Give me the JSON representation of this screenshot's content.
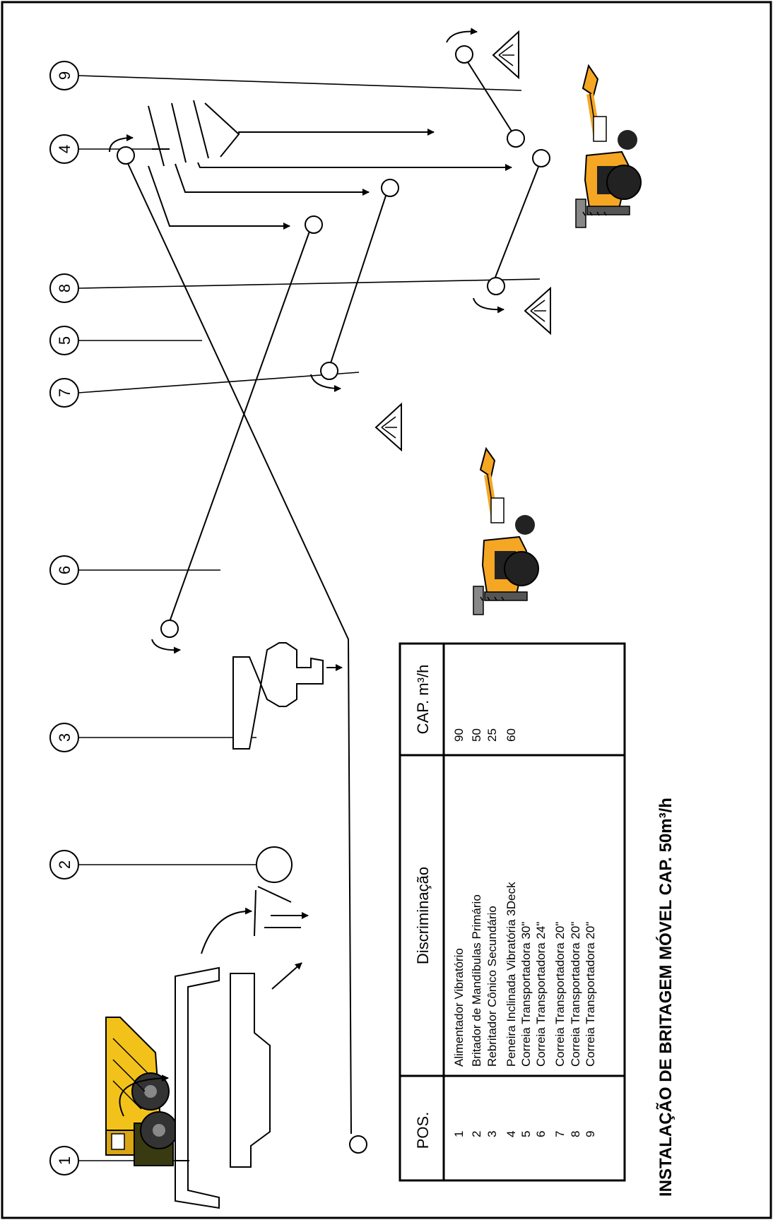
{
  "title": "INSTALAÇÃO DE BRITAGEM MÓVEL CAP. 50m³/h",
  "callouts": [
    "1",
    "2",
    "3",
    "4",
    "5",
    "6",
    "7",
    "8",
    "9"
  ],
  "table": {
    "headers": {
      "pos": "POS.",
      "desc": "Discriminação",
      "cap": "CAP. m³/h"
    },
    "rows": [
      {
        "pos": "1",
        "desc": "Alimentador Vibratório",
        "cap": "90"
      },
      {
        "pos": "2",
        "desc": "Britador de Mandíbulas Primário",
        "cap": "50"
      },
      {
        "pos": "3",
        "desc": "Rebritador Cônico Secundário",
        "cap": "25"
      },
      {
        "pos": "4",
        "desc": "Peneira Inclinada Vibratória 3Deck",
        "cap": "60"
      },
      {
        "pos": "5",
        "desc": "Correia Transportadora 30\"",
        "cap": ""
      },
      {
        "pos": "6",
        "desc": "Correia Transportadora 24\"",
        "cap": ""
      },
      {
        "pos": "7",
        "desc": "Correia Transportadora 20\"",
        "cap": ""
      },
      {
        "pos": "8",
        "desc": "Correia Transportadora 20\"",
        "cap": ""
      },
      {
        "pos": "9",
        "desc": "Correia Transportadora 20\"",
        "cap": ""
      }
    ]
  },
  "colors": {
    "machine_orange": "#f5a623",
    "truck_yellow": "#f2c21a",
    "line": "#000000"
  },
  "icons": [
    "dump-truck-icon",
    "excavator-icon",
    "stockpile-icon",
    "flow-arrow-icon"
  ]
}
